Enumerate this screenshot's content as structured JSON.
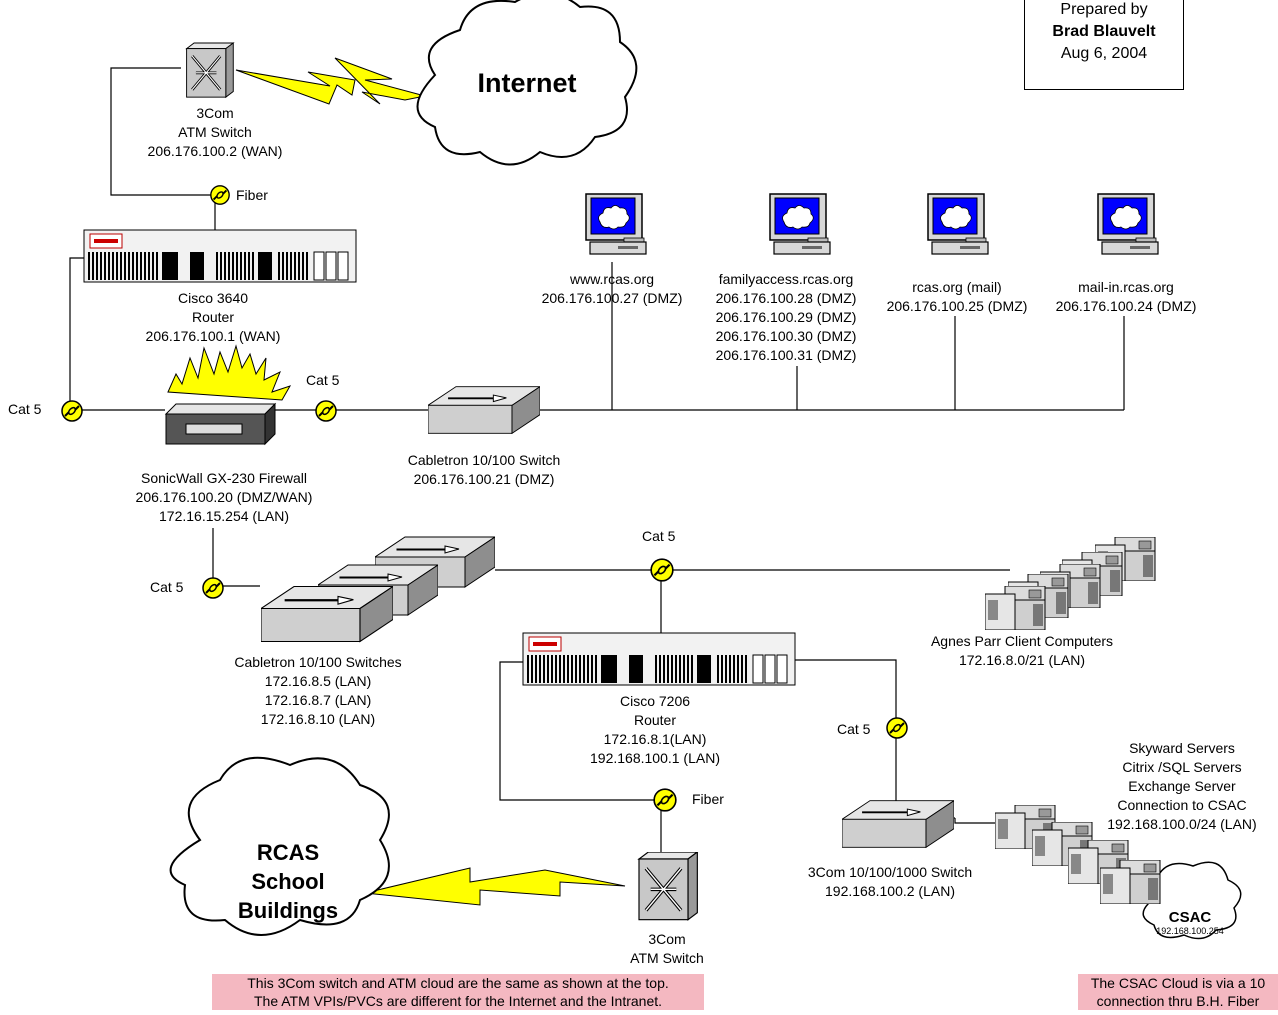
{
  "prepared": {
    "line1": "Prepared by",
    "name": "Brad Blauvelt",
    "date": "Aug 6, 2004"
  },
  "clouds": {
    "internet": "Internet",
    "rcas": [
      "RCAS",
      "School",
      "Buildings"
    ],
    "csac_title": "CSAC",
    "csac_ip": "192.168.100.254"
  },
  "connectors": {
    "fiber": "Fiber",
    "cat5": "Cat 5"
  },
  "devices": {
    "atm_top": [
      "3Com",
      "ATM Switch",
      "206.176.100.2 (WAN)"
    ],
    "router_3640": [
      "Cisco 3640",
      "Router",
      "206.176.100.1 (WAN)"
    ],
    "firewall": [
      "SonicWall GX-230 Firewall",
      "206.176.100.20 (DMZ/WAN)",
      "172.16.15.254 (LAN)"
    ],
    "dmz_switch": [
      "Cabletron 10/100 Switch",
      "206.176.100.21 (DMZ)"
    ],
    "server_www": [
      "www.rcas.org",
      "206.176.100.27 (DMZ)"
    ],
    "server_family": [
      "familyaccess.rcas.org",
      "206.176.100.28 (DMZ)",
      "206.176.100.29 (DMZ)",
      "206.176.100.30 (DMZ)",
      "206.176.100.31 (DMZ)"
    ],
    "server_mail": [
      "rcas.org (mail)",
      "206.176.100.25 (DMZ)"
    ],
    "server_mailin": [
      "mail-in.rcas.org",
      "206.176.100.24 (DMZ)"
    ],
    "lan_switches": [
      "Cabletron 10/100 Switches",
      "172.16.8.5 (LAN)",
      "172.16.8.7 (LAN)",
      "172.16.8.10 (LAN)"
    ],
    "clients": [
      "Agnes Parr Client Computers",
      "172.16.8.0/21 (LAN)"
    ],
    "router_7206": [
      "Cisco 7206",
      "Router",
      "172.16.8.1(LAN)",
      "192.168.100.1 (LAN)"
    ],
    "gig_switch": [
      "3Com 10/100/1000 Switch",
      "192.168.100.2 (LAN)"
    ],
    "servers": [
      "Skyward Servers",
      "Citrix /SQL Servers",
      "Exchange Server",
      "Connection to CSAC",
      "192.168.100.0/24 (LAN)"
    ],
    "atm_bottom": [
      "3Com",
      "ATM Switch"
    ]
  },
  "notes": {
    "atm": [
      "This 3Com switch and ATM cloud are the same as shown at the top.",
      "The ATM VPIs/PVCs are different for the Internet and the Intranet."
    ],
    "csac": [
      "The CSAC Cloud is via a 10",
      "connection thru B.H. Fiber"
    ]
  },
  "colors": {
    "bolt": "#ffff00",
    "connector": "#ffff00",
    "monitor_screen": "#0000ff",
    "note_bg": "#f4b8c1"
  }
}
